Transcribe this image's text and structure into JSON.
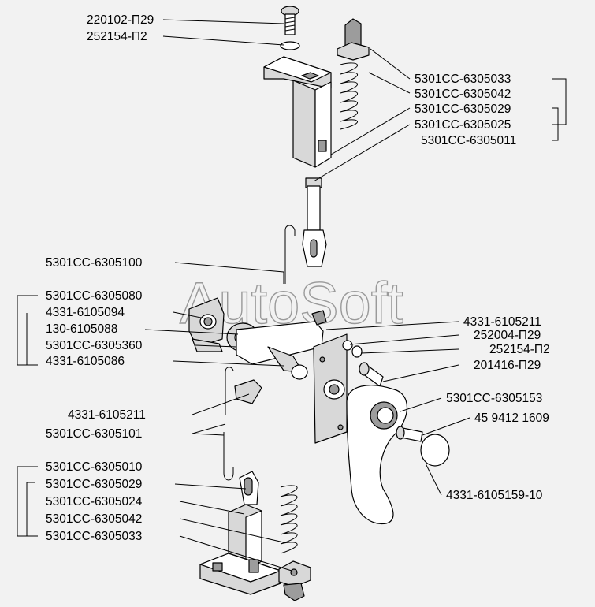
{
  "watermark": "AutoSoft",
  "labels": [
    "220102-П29",
    "252154-П2",
    "5301СС-6305033",
    "5301СС-6305042",
    "5301СС-6305029",
    "5301СС-6305025",
    "5301СС-6305011",
    "5301СС-6305100",
    "5301СС-6305080",
    "4331-6105094",
    "130-6105088",
    "5301СС-6305360",
    "4331-6105086",
    "4331-6105211",
    "252004-П29",
    "252154-П2",
    "201416-П29",
    "4331-6105211",
    "5301СС-6305101",
    "5301СС-6305153",
    "45 9412 1609",
    "4331-6105159-10",
    "5301СС-6305010",
    "5301СС-6305029",
    "5301СС-6305024",
    "5301СС-6305042",
    "5301СС-6305033"
  ]
}
